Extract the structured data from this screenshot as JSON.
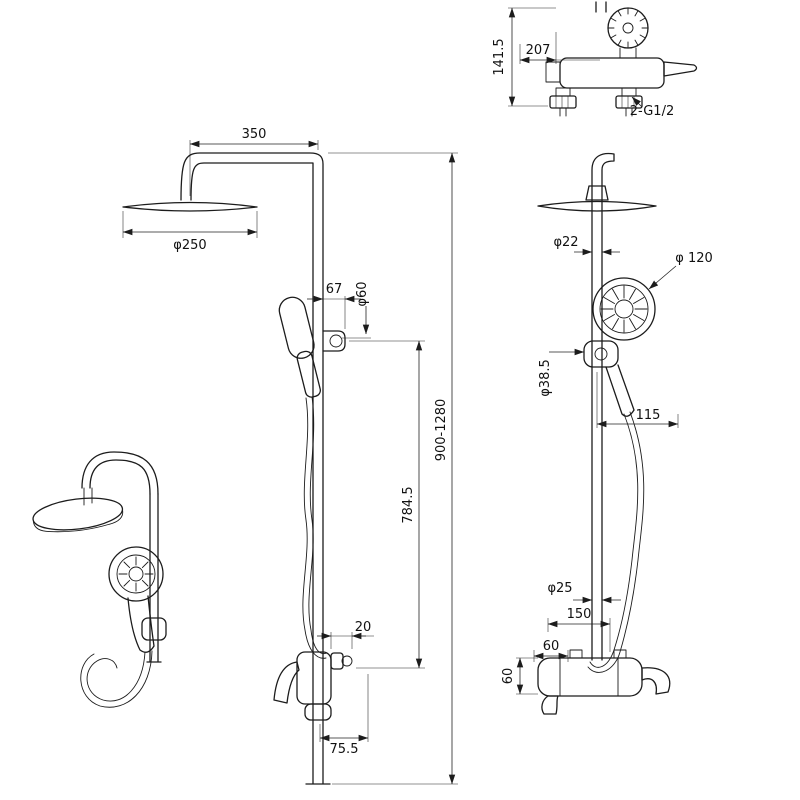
{
  "title": "Shower column technical drawing",
  "colors": {
    "background": "#ffffff",
    "line": "#1c1c1c"
  },
  "detail_view": {
    "dim_height": "141.5",
    "dim_length": "207",
    "thread_label": "2-G1/2"
  },
  "front_view": {
    "dim_arm_length": "350",
    "dim_head_diameter": "φ250",
    "dim_holder_offset": "67",
    "dim_holder_diameter": "φ60",
    "dim_total_height": "900-1280",
    "dim_riser_height": "784.5",
    "dim_outlet_offset": "20",
    "dim_spout_offset": "75.5"
  },
  "side_view": {
    "dim_pipe_diameter": "φ22",
    "dim_hand_shower_diameter": "φ 120",
    "dim_holder_diameter": "φ38.5",
    "dim_depth": "115",
    "dim_lower_pipe_diameter": "φ25",
    "dim_body_length": "150",
    "dim_spout_offset": "60",
    "dim_body_height": "60"
  }
}
